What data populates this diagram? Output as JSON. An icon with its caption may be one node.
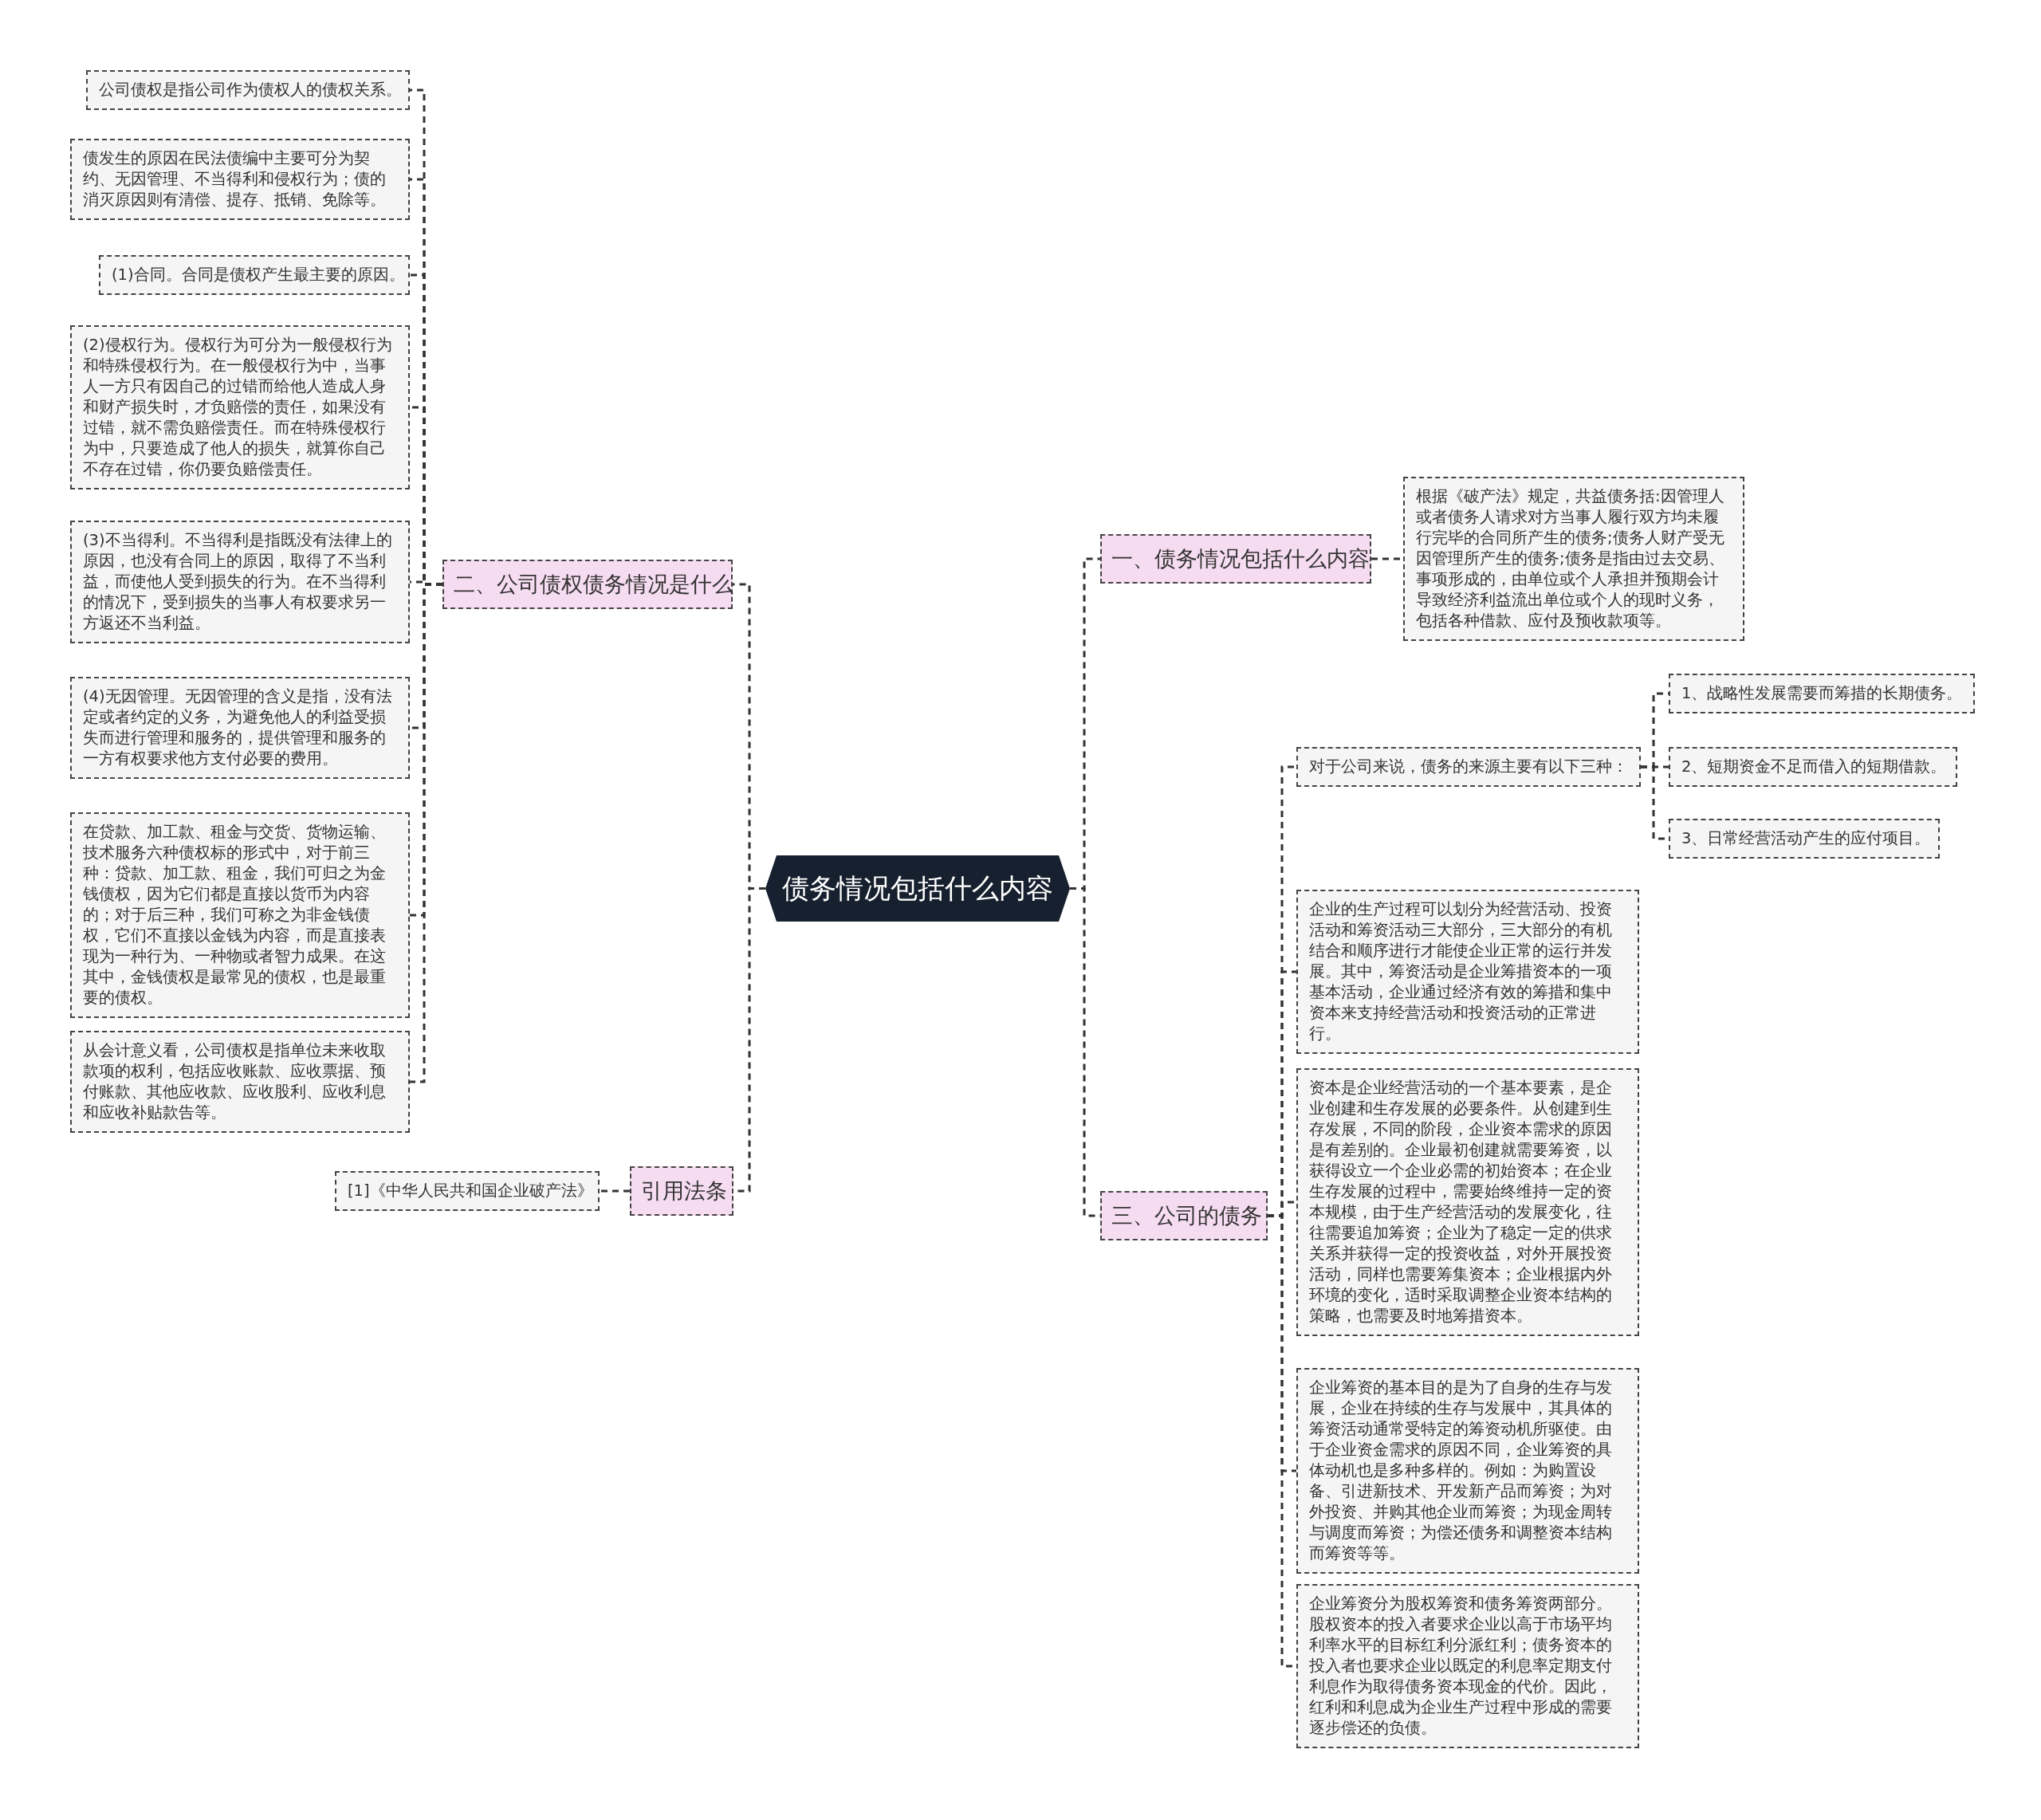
{
  "diagram": {
    "nodes": [
      {
        "text": [
          "债务情况包括什么内容"
        ]
      },
      {
        "text": [
          "一、债务情况包括什么内容"
        ]
      },
      {
        "text": [
          "根据《破产法》规定，共益债务括:因管理人或者债务人请求对方当事人履行双方均未履行完毕的合同所产生的债务;债务人财产受无因管理所产生的债务;债务是指由过去交易、事项形成的，由单位或个人承担并预期会计导致经济利益流出单位或个人的现时义务，包括各种借款、应付及预收款项等。"
        ]
      },
      {
        "text": [
          "三、公司的债务"
        ]
      },
      {
        "text": [
          "对于公司来说，债务的来源主要有以下三种："
        ]
      },
      {
        "text": [
          "1、战略性发展需要而筹措的长期债务。"
        ]
      },
      {
        "text": [
          "2、短期资金不足而借入的短期借款。"
        ]
      },
      {
        "text": [
          "3、日常经营活动产生的应付项目。"
        ]
      },
      {
        "text": [
          "企业的生产过程可以划分为经营活动、投资活动和筹资活动三大部分，三大部分的有机结合和顺序进行才能使企业正常的运行并发展。其中，筹资活动是企业筹措资本的一项基本活动，企业通过经济有效的筹措和集中资本来支持经营活动和投资活动的正常进行。"
        ]
      },
      {
        "text": [
          "资本是企业经营活动的一个基本要素，是企业创建和生存发展的必要条件。从创建到生存发展，不同的阶段，企业资本需求的原因是有差别的。企业最初创建就需要筹资，以获得设立一个企业必需的初始资本；在企业生存发展的过程中，需要始终维持一定的资本规模，由于生产经营活动的发展变化，往往需要追加筹资；企业为了稳定一定的供求关系并获得一定的投资收益，对外开展投资活动，同样也需要筹集资本；企业根据内外环境的变化，适时采取调整企业资本结构的策略，也需要及时地筹措资本。"
        ]
      },
      {
        "text": [
          "企业筹资的基本目的是为了自身的生存与发展，企业在持续的生存与发展中，其具体的筹资活动通常受特定的筹资动机所驱使。由于企业资金需求的原因不同，企业筹资的具体动机也是多种多样的。例如：为购置设备、引进新技术、开发新产品而筹资；为对外投资、并购其他企业而筹资；为现金周转与调度而筹资；为偿还债务和调整资本结构而筹资等等。"
        ]
      },
      {
        "text": [
          "企业筹资分为股权筹资和债务筹资两部分。股权资本的投入者要求企业以高于市场平均利率水平的目标红利分派红利；债务资本的投入者也要求企业以既定的利息率定期支付利息作为取得债务资本现金的代价。因此，红利和利息成为企业生产过程中形成的需要逐步偿还的负债。"
        ]
      },
      {
        "text": [
          "二、公司债权债务情况是什么"
        ]
      },
      {
        "text": [
          "公司债权是指公司作为债权人的债权关系。"
        ]
      },
      {
        "text": [
          "债发生的原因在民法债编中主要可分为契约、无因管理、不当得利和侵权行为；债的消灭原因则有清偿、提存、抵销、免除等。"
        ]
      },
      {
        "text": [
          "(1)合同。合同是债权产生最主要的原因。"
        ]
      },
      {
        "text": [
          "(2)侵权行为。侵权行为可分为一般侵权行为和特殊侵权行为。在一般侵权行为中，当事人一方只有因自己的过错而给他人造成人身和财产损失时，才负赔偿的责任，如果没有过错，就不需负赔偿责任。而在特殊侵权行为中，只要造成了他人的损失，就算你自己不存在过错，你仍要负赔偿责任。"
        ]
      },
      {
        "text": [
          "(3)不当得利。不当得利是指既没有法律上的原因，也没有合同上的原因，取得了不当利益，而使他人受到损失的行为。在不当得利的情况下，受到损失的当事人有权要求另一方返还不当利益。"
        ]
      },
      {
        "text": [
          "(4)无因管理。无因管理的含义是指，没有法定或者约定的义务，为避免他人的利益受损失而进行管理和服务的，提供管理和服务的一方有权要求他方支付必要的费用。"
        ]
      },
      {
        "text": [
          "在贷款、加工款、租金与交货、货物运输、技术服务六种债权标的形式中，对于前三种：贷款、加工款、租金，我们可归之为金钱债权，因为它们都是直接以货币为内容的；对于后三种，我们可称之为非金钱债权，它们不直接以金钱为内容，而是直接表现为一种行为、一种物或者智力成果。在这其中，金钱债权是最常见的债权，也是最重要的债权。"
        ]
      },
      {
        "text": [
          "从会计意义看，公司债权是指单位未来收取款项的权利，包括应收账款、应收票据、预付账款、其他应收款、应收股利、应收利息和应收补贴款告等。"
        ]
      },
      {
        "text": [
          "引用法条"
        ]
      },
      {
        "text": [
          "[1]《中华人民共和国企业破产法》"
        ]
      }
    ],
    "edges": [
      {
        "from": 0,
        "to": 1,
        "arrow": "none"
      },
      {
        "from": 1,
        "to": 2,
        "arrow": "none"
      },
      {
        "from": 0,
        "to": 3,
        "arrow": "none"
      },
      {
        "from": 3,
        "to": 4,
        "arrow": "none"
      },
      {
        "from": 4,
        "to": 5,
        "arrow": "none"
      },
      {
        "from": 4,
        "to": 6,
        "arrow": "none"
      },
      {
        "from": 4,
        "to": 7,
        "arrow": "none"
      },
      {
        "from": 3,
        "to": 8,
        "arrow": "none"
      },
      {
        "from": 3,
        "to": 9,
        "arrow": "none"
      },
      {
        "from": 3,
        "to": 10,
        "arrow": "none"
      },
      {
        "from": 3,
        "to": 11,
        "arrow": "none"
      },
      {
        "from": 0,
        "to": 12,
        "arrow": "none"
      },
      {
        "from": 12,
        "to": 13,
        "arrow": "none"
      },
      {
        "from": 12,
        "to": 14,
        "arrow": "none"
      },
      {
        "from": 12,
        "to": 15,
        "arrow": "none"
      },
      {
        "from": 12,
        "to": 16,
        "arrow": "none"
      },
      {
        "from": 12,
        "to": 17,
        "arrow": "none"
      },
      {
        "from": 12,
        "to": 18,
        "arrow": "none"
      },
      {
        "from": 12,
        "to": 19,
        "arrow": "none"
      },
      {
        "from": 12,
        "to": 20,
        "arrow": "none"
      },
      {
        "from": 0,
        "to": 21,
        "arrow": "none"
      },
      {
        "from": 21,
        "to": 22,
        "arrow": "none"
      }
    ]
  }
}
